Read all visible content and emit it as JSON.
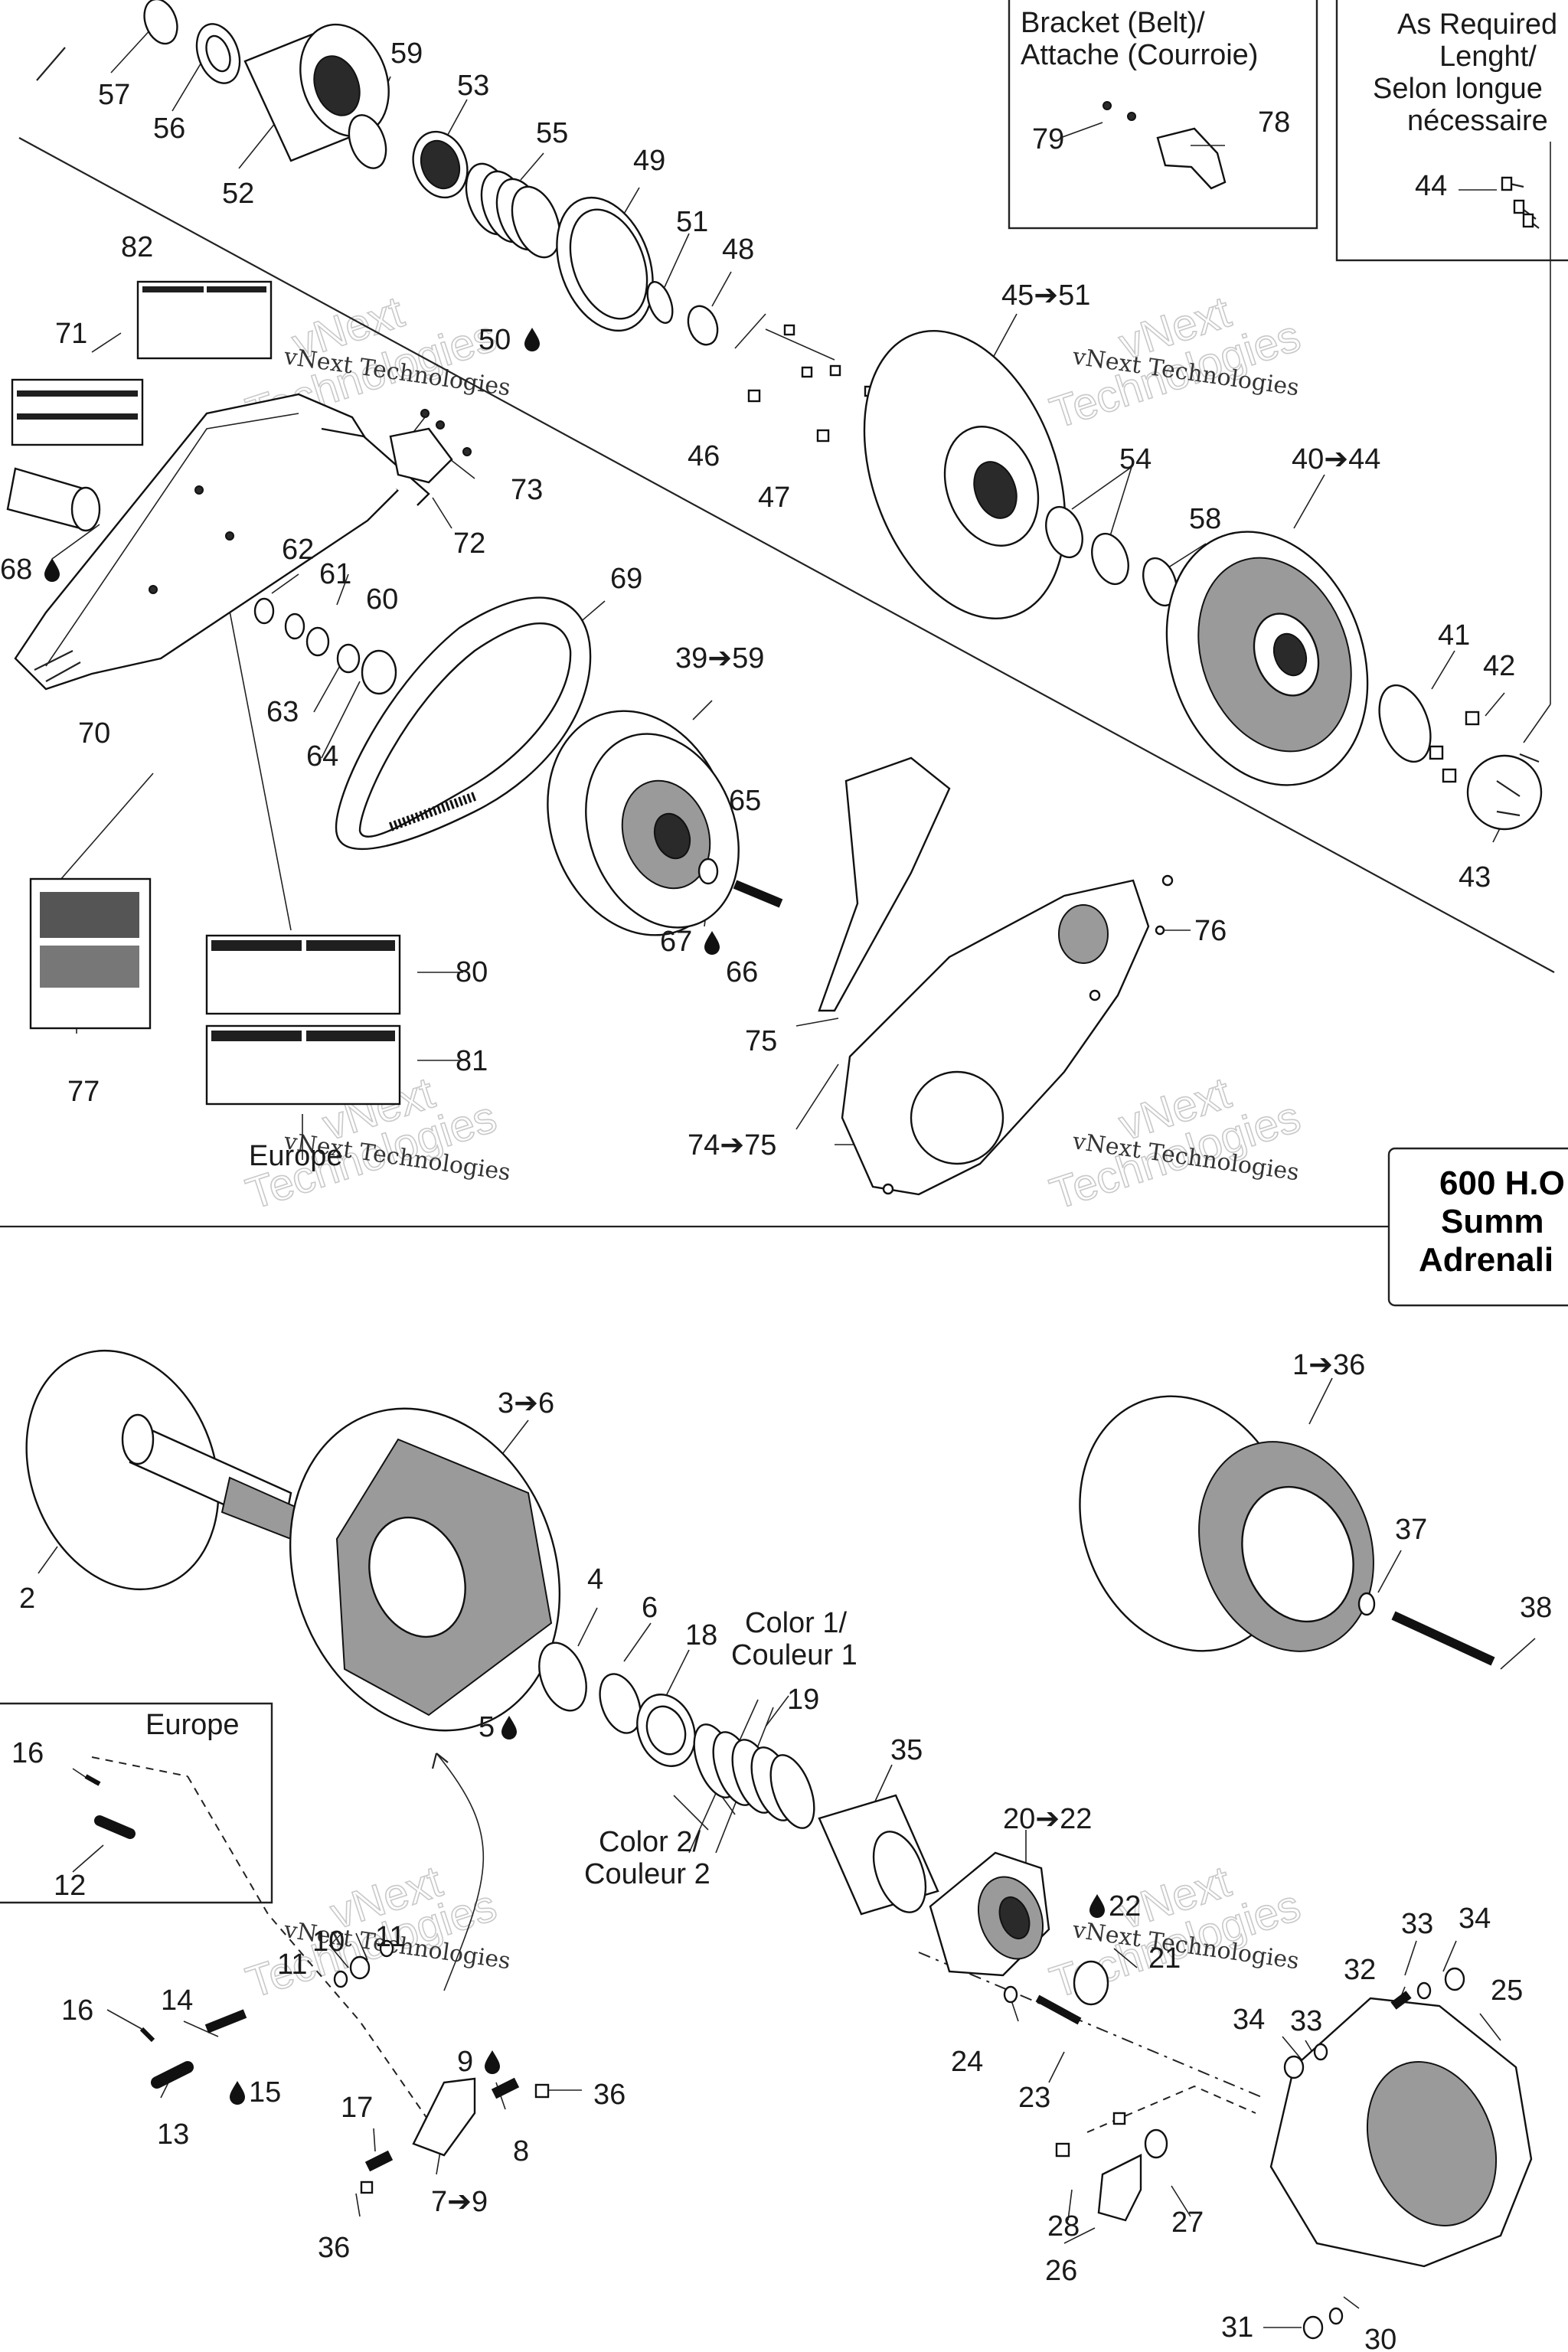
{
  "watermark": {
    "line1": "vNext",
    "line2": "Technologies",
    "caption": "vNext Technologies"
  },
  "boxes": {
    "bracket": {
      "line1": "Bracket (Belt)/",
      "line2": "Attache (Courroie)"
    },
    "as_required": {
      "line1": "As Required",
      "line2": "Lenght/",
      "line3": "Selon longue",
      "line4": "nécessaire"
    },
    "model": {
      "line1": "600 H.O",
      "line2": "Summ",
      "line3": "Adrenali"
    }
  },
  "labels_text": {
    "europe_top": "Europe",
    "europe_box": "Europe",
    "color1_l1": "Color 1/",
    "color1_l2": "Couleur 1",
    "color2_l1": "Color 2/",
    "color2_l2": "Couleur 2"
  },
  "callouts": {
    "c57": "57",
    "c56": "56",
    "c52": "52",
    "c59": "59",
    "c53": "53",
    "c55": "55",
    "c49": "49",
    "c51": "51",
    "c48": "48",
    "c50": "50",
    "c82": "82",
    "c71": "71",
    "c79": "79",
    "c78": "78",
    "c44": "44",
    "c45_51": "45➔51",
    "c46": "46",
    "c47": "47",
    "c54": "54",
    "c58": "58",
    "c40_44": "40➔44",
    "c73": "73",
    "c72": "72",
    "c68": "68",
    "c62": "62",
    "c61": "61",
    "c60": "60",
    "c63": "63",
    "c64": "64",
    "c69": "69",
    "c70": "70",
    "c39_59": "39➔59",
    "c41": "41",
    "c42": "42",
    "c43": "43",
    "c65": "65",
    "c67": "67",
    "c66": "66",
    "c76": "76",
    "c80": "80",
    "c81": "81",
    "c75": "75",
    "c77": "77",
    "c74_75": "74➔75",
    "c1_36": "1➔36",
    "c3_6": "3➔6",
    "c2": "2",
    "c37": "37",
    "c38": "38",
    "c4": "4",
    "c6": "6",
    "c18": "18",
    "c19": "19",
    "c5": "5",
    "c35": "35",
    "c16a": "16",
    "c12": "12",
    "c20_22": "20➔22",
    "c22": "22",
    "c10": "10",
    "c11a": "11",
    "c11b": "11",
    "c9": "9",
    "c21": "21",
    "c33a": "33",
    "c34a": "34",
    "c32": "32",
    "c25": "25",
    "c14": "14",
    "c16b": "16",
    "c36a": "36",
    "c34b": "34",
    "c33b": "33",
    "c15": "15",
    "c13": "13",
    "c24": "24",
    "c23": "23",
    "c17": "17",
    "c8": "8",
    "c7_9": "7➔9",
    "c28": "28",
    "c27": "27",
    "c36b": "36",
    "c26": "26",
    "c31": "31",
    "c30": "30"
  }
}
